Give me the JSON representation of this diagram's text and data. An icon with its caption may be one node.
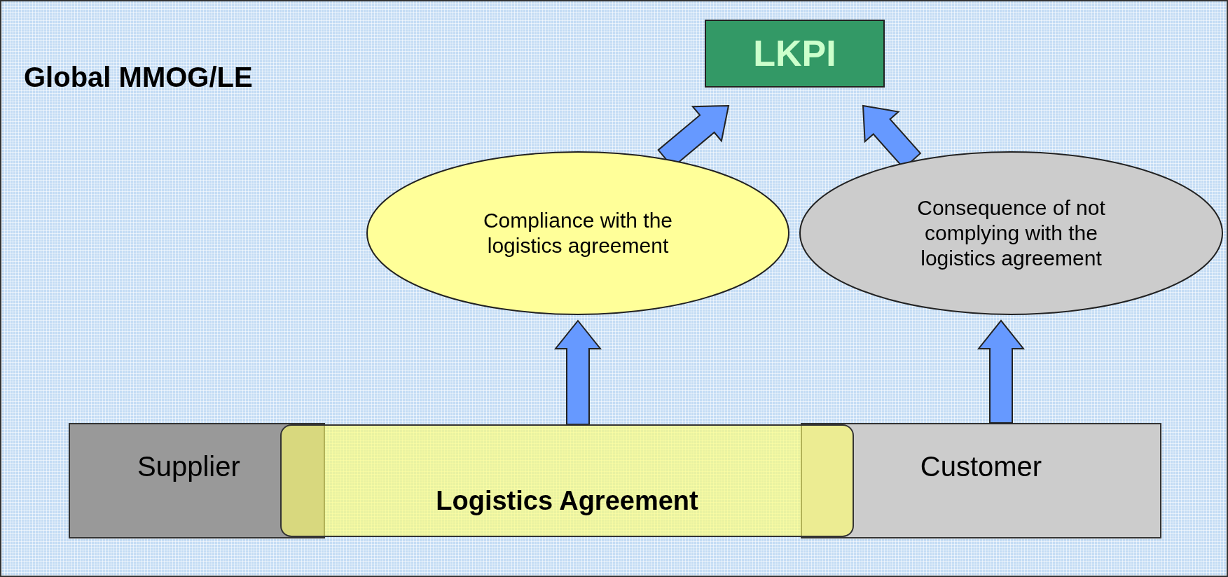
{
  "diagram": {
    "title": "Global MMOG/LE",
    "nodes": [
      {
        "text": [
          "LKPI"
        ]
      },
      {
        "text": [
          "Compliance with the logistics agreement"
        ]
      },
      {
        "text": [
          "Consequence of not complying with the logistics agreement"
        ]
      },
      {
        "text": [
          "Supplier"
        ]
      },
      {
        "text": [
          "Logistics Agreement"
        ]
      },
      {
        "text": [
          "Customer"
        ]
      }
    ],
    "edges": [
      {
        "from": 1,
        "to": 0,
        "arrow": "to"
      },
      {
        "from": 2,
        "to": 0,
        "arrow": "to"
      },
      {
        "from": 4,
        "to": 1,
        "arrow": "to"
      },
      {
        "from": 5,
        "to": 2,
        "arrow": "to"
      }
    ]
  }
}
